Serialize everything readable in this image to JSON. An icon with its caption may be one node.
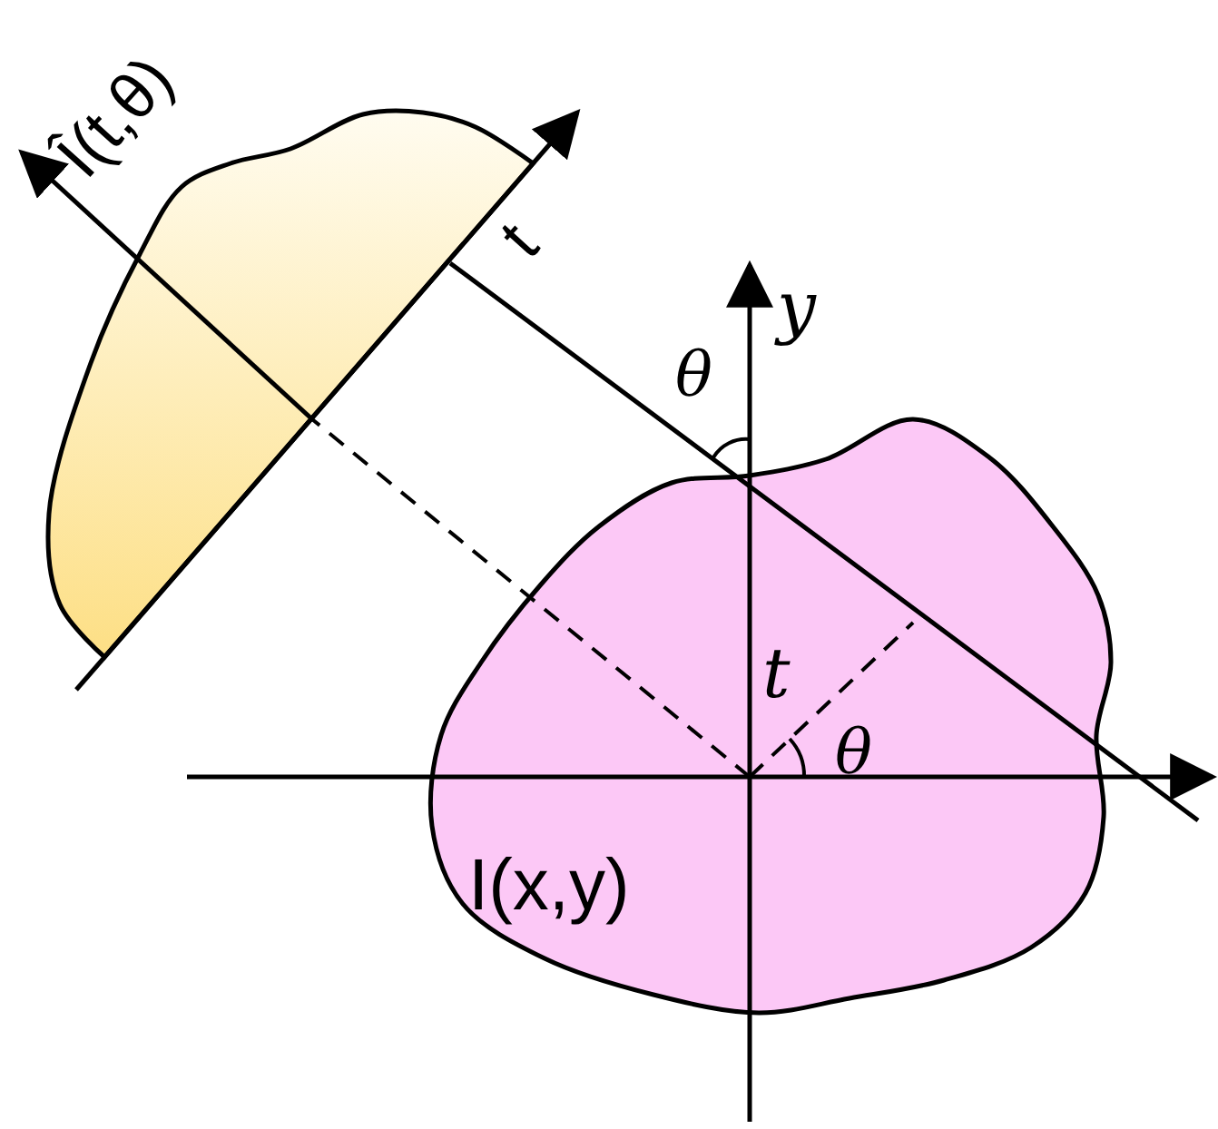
{
  "diagram": {
    "nodes": [
      {
        "text": [
          "I(x,y)"
        ]
      }
    ],
    "labels": [
      "Î(t,θ)",
      "t",
      "y",
      "θ",
      "t",
      "θ"
    ]
  }
}
